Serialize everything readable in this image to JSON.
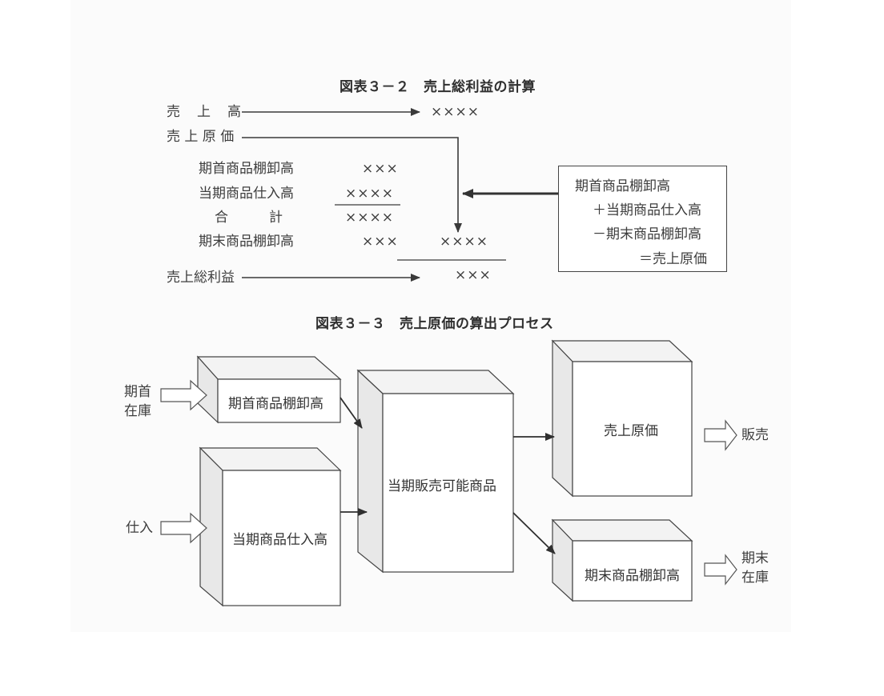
{
  "figure1": {
    "title": "図表３－２　売上総利益の計算",
    "sales_label": "売　上　高",
    "sales_value": "××××",
    "cogs_label": "売 上 原 価",
    "begin_inventory_label": "期首商品棚卸高",
    "begin_inventory_value": "×××",
    "purchases_label": "当期商品仕入高",
    "purchases_value": "××××",
    "total_label": "合　　　計",
    "total_value": "××××",
    "end_inventory_label": "期末商品棚卸高",
    "end_inventory_value": "×××",
    "cogs_value": "××××",
    "gross_profit_label": "売上総利益",
    "gross_profit_value": "×××",
    "formula": {
      "line1": "期首商品棚卸高",
      "line2": "＋当期商品仕入高",
      "line3": "－期末商品棚卸高",
      "line4": "＝売上原価"
    }
  },
  "figure2": {
    "title": "図表３－３　売上原価の算出プロセス",
    "input_begin_line1": "期首",
    "input_begin_line2": "在庫",
    "input_purchase": "仕入",
    "box_begin": "期首商品棚卸高",
    "box_purchases": "当期商品仕入高",
    "box_available": "当期販売可能商品",
    "box_cogs": "売上原価",
    "box_end": "期末商品棚卸高",
    "output_sales": "販売",
    "output_end_line1": "期末",
    "output_end_line2": "在庫"
  },
  "colors": {
    "line": "#3a3a3a",
    "box_side": "#ececec",
    "box_top": "#f4f4f4",
    "box_front": "#ffffff"
  }
}
